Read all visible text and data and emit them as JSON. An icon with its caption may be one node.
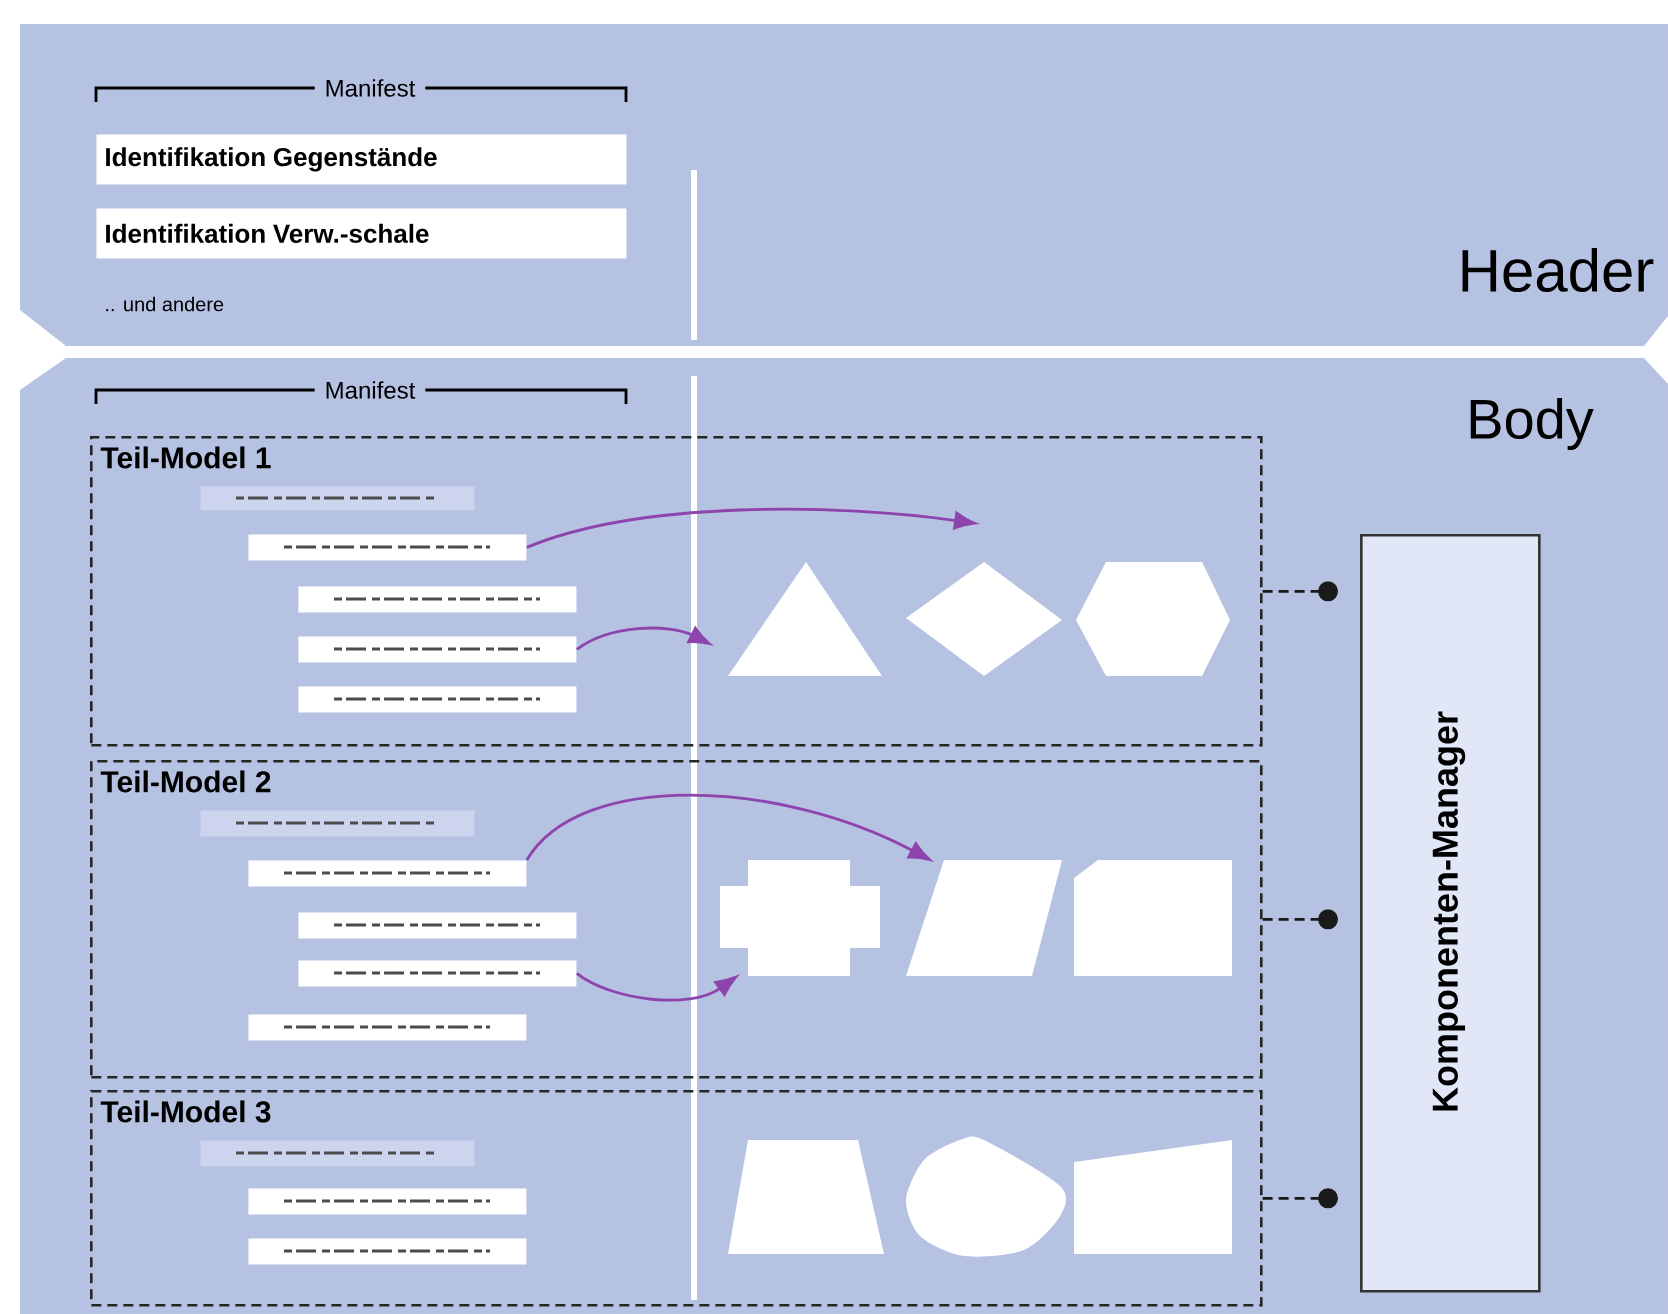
{
  "diagram": {
    "nodes": [
      {
        "text": [
          "Header"
        ]
      },
      {
        "text": [
          "Identifikation Gegenstände"
        ],
        "in": 0
      },
      {
        "text": [
          "Identifikation Verw.-schale"
        ],
        "in": 0
      },
      {
        "text": [
          "Body"
        ]
      },
      {
        "text": [
          "Teil-Model 1"
        ],
        "in": 3
      },
      {
        "text": [],
        "shape": "bar",
        "in": 4
      },
      {
        "text": [],
        "shape": "bar",
        "in": 4
      },
      {
        "text": [],
        "shape": "bar",
        "in": 4
      },
      {
        "text": [],
        "shape": "bar",
        "in": 4
      },
      {
        "text": [],
        "shape": "bar",
        "in": 4
      },
      {
        "text": [],
        "shape": "triangle",
        "in": 4
      },
      {
        "text": [],
        "shape": "diamond",
        "in": 4
      },
      {
        "text": [],
        "shape": "hexagon",
        "in": 4
      },
      {
        "text": [
          "Teil-Model 2"
        ],
        "in": 3
      },
      {
        "text": [],
        "shape": "bar",
        "in": 13
      },
      {
        "text": [],
        "shape": "bar",
        "in": 13
      },
      {
        "text": [],
        "shape": "bar",
        "in": 13
      },
      {
        "text": [],
        "shape": "bar",
        "in": 13
      },
      {
        "text": [],
        "shape": "bar",
        "in": 13
      },
      {
        "text": [],
        "shape": "cross",
        "in": 13
      },
      {
        "text": [],
        "shape": "parallelogram",
        "in": 13
      },
      {
        "text": [],
        "shape": "pentagon",
        "in": 13
      },
      {
        "text": [
          "Teil-Model 3"
        ],
        "in": 3
      },
      {
        "text": [],
        "shape": "bar",
        "in": 22
      },
      {
        "text": [],
        "shape": "bar",
        "in": 22
      },
      {
        "text": [],
        "shape": "bar",
        "in": 22
      },
      {
        "text": [],
        "shape": "trapezoid",
        "in": 22
      },
      {
        "text": [],
        "shape": "blob",
        "in": 22
      },
      {
        "text": [],
        "shape": "quadrilateral",
        "in": 22
      },
      {
        "text": [
          "Komponenten-Manager"
        ],
        "in": 3
      }
    ],
    "edges": [
      {
        "from": 6,
        "to": null,
        "arrow": "to",
        "color": "#8e44ad"
      },
      {
        "from": 8,
        "to": null,
        "arrow": "to",
        "color": "#8e44ad"
      },
      {
        "from": 15,
        "to": 20,
        "arrow": "to",
        "color": "#8e44ad"
      },
      {
        "from": 17,
        "to": 19,
        "arrow": "to",
        "color": "#8e44ad"
      },
      {
        "from": 4,
        "to": 29,
        "arrow": "other",
        "style": "dashed",
        "color": "#1a1a1a"
      },
      {
        "from": 13,
        "to": 29,
        "arrow": "other",
        "style": "dashed",
        "color": "#1a1a1a"
      },
      {
        "from": 22,
        "to": 29,
        "arrow": "other",
        "style": "dashed",
        "color": "#1a1a1a"
      }
    ],
    "labels": [
      "Manifest",
      ".. und andere",
      "Manifest"
    ]
  }
}
